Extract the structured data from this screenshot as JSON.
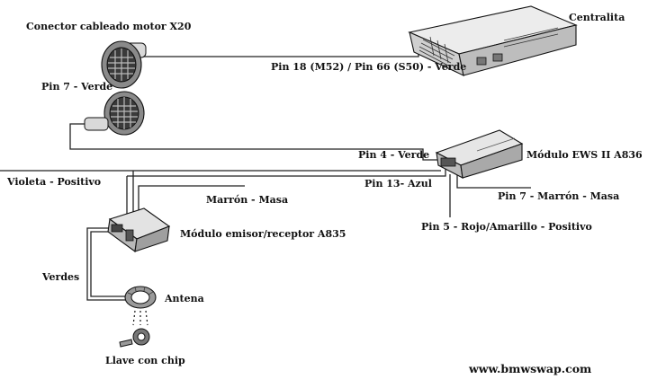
{
  "labels": {
    "connector": "Conector cableado motor X20",
    "centralita": "Centralita",
    "pin7_verde_connector": "Pin 7 - Verde",
    "pin18": "Pin 18 (M52) / Pin 66 (S50) - Verde",
    "pin4": "Pin 4 - Verde",
    "ews_module": "Módulo EWS II  A836",
    "violeta": "Violeta - Positivo",
    "pin13": "Pin 13- Azul",
    "marron_masa": "Marrón - Masa",
    "pin7_marron": "Pin 7 - Marrón - Masa",
    "emisor_module": "Módulo emisor/receptor A835",
    "pin5": "Pin 5 - Rojo/Amarillo - Positivo",
    "verdes": "Verdes",
    "antena": "Antena",
    "llave": "Llave con chip",
    "website": "www.bmwswap.com"
  }
}
